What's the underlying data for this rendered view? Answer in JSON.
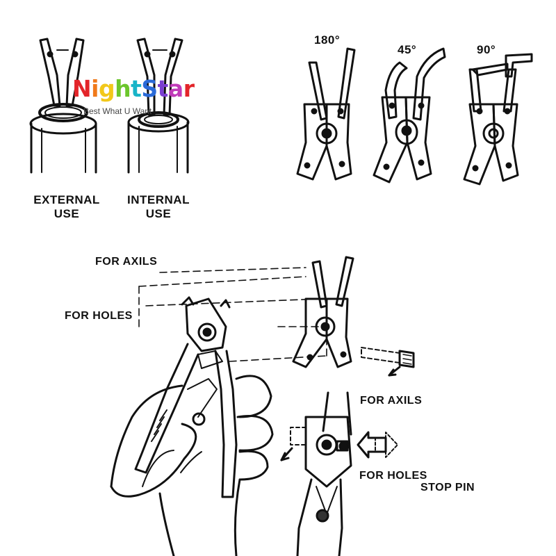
{
  "watermark": {
    "brand": "NightStar",
    "tagline": "Best What U Want",
    "letter_colors": [
      "#e3252a",
      "#f07a1a",
      "#f2c81a",
      "#6cc62c",
      "#19b4c8",
      "#2a6ad8",
      "#7a3fd0",
      "#c03ab8",
      "#e3252a"
    ]
  },
  "usage": {
    "external": [
      "EXTERNAL",
      "USE"
    ],
    "internal": [
      "INTERNAL",
      "USE"
    ]
  },
  "angles": [
    "180°",
    "45°",
    "90°"
  ],
  "callouts": {
    "for_axils_top": "FOR AXILS",
    "for_holes_left": "FOR HOLES",
    "for_axils_right": "FOR AXILS",
    "for_holes_bottom": "FOR HOLES",
    "stop_pin": "STOP PIN"
  }
}
